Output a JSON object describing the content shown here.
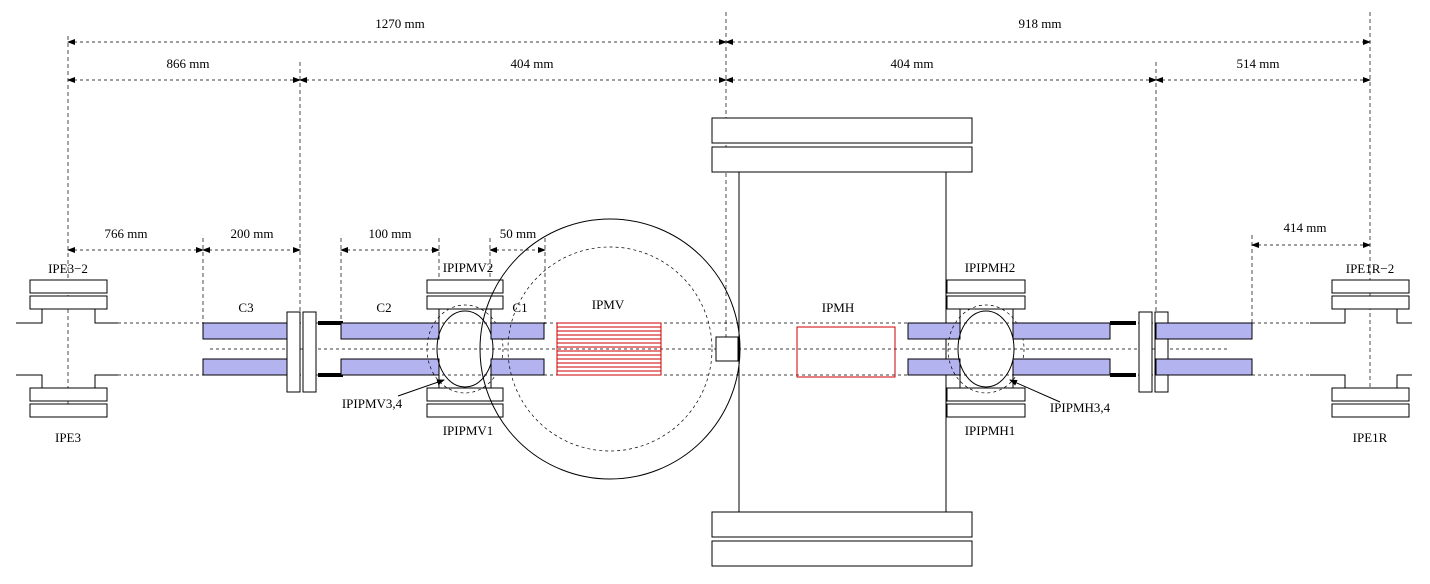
{
  "dimensions": {
    "d1270": "1270 mm",
    "d918": "918 mm",
    "d866": "866 mm",
    "d404a": "404 mm",
    "d404b": "404 mm",
    "d514": "514 mm",
    "d766": "766 mm",
    "d200": "200 mm",
    "d100": "100 mm",
    "d50": "50 mm",
    "d414": "414 mm"
  },
  "labels": {
    "ipe3_2": "IPE3−2",
    "ipe3": "IPE3",
    "c3": "C3",
    "c2": "C2",
    "c1": "C1",
    "ipipmv2": "IPIPMV2",
    "ipipmv1": "IPIPMV1",
    "ipipmv34": "IPIPMV3,4",
    "ipmv": "IPMV",
    "ipmh": "IPMH",
    "ipipmh2": "IPIPMH2",
    "ipipmh1": "IPIPMH1",
    "ipipmh34": "IPIPMH3,4",
    "ipe1r_2": "IPE1R−2",
    "ipe1r": "IPE1R"
  },
  "colors": {
    "tube_fill": "#b3b3f0",
    "monitor_red": "#cc0000"
  }
}
